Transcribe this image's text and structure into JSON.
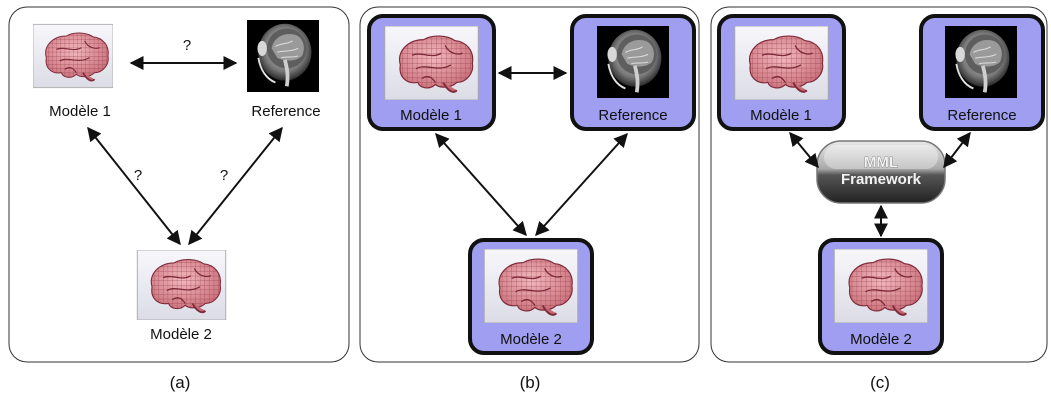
{
  "labels": {
    "model1": "Modèle 1",
    "model2": "Modèle 2",
    "reference": "Reference",
    "question": "?",
    "mml_line1": "MML",
    "mml_line2": "Framework"
  },
  "captions": {
    "a": "(a)",
    "b": "(b)",
    "c": "(c)"
  },
  "icons": {
    "brain_model": "brain-mesh-icon",
    "mri_reference": "mri-scan-icon"
  },
  "colors": {
    "module_fill": "#9f9ef0",
    "module_border": "#111111",
    "brain_mesh": "#c46a74",
    "mri_bg": "#000000"
  }
}
